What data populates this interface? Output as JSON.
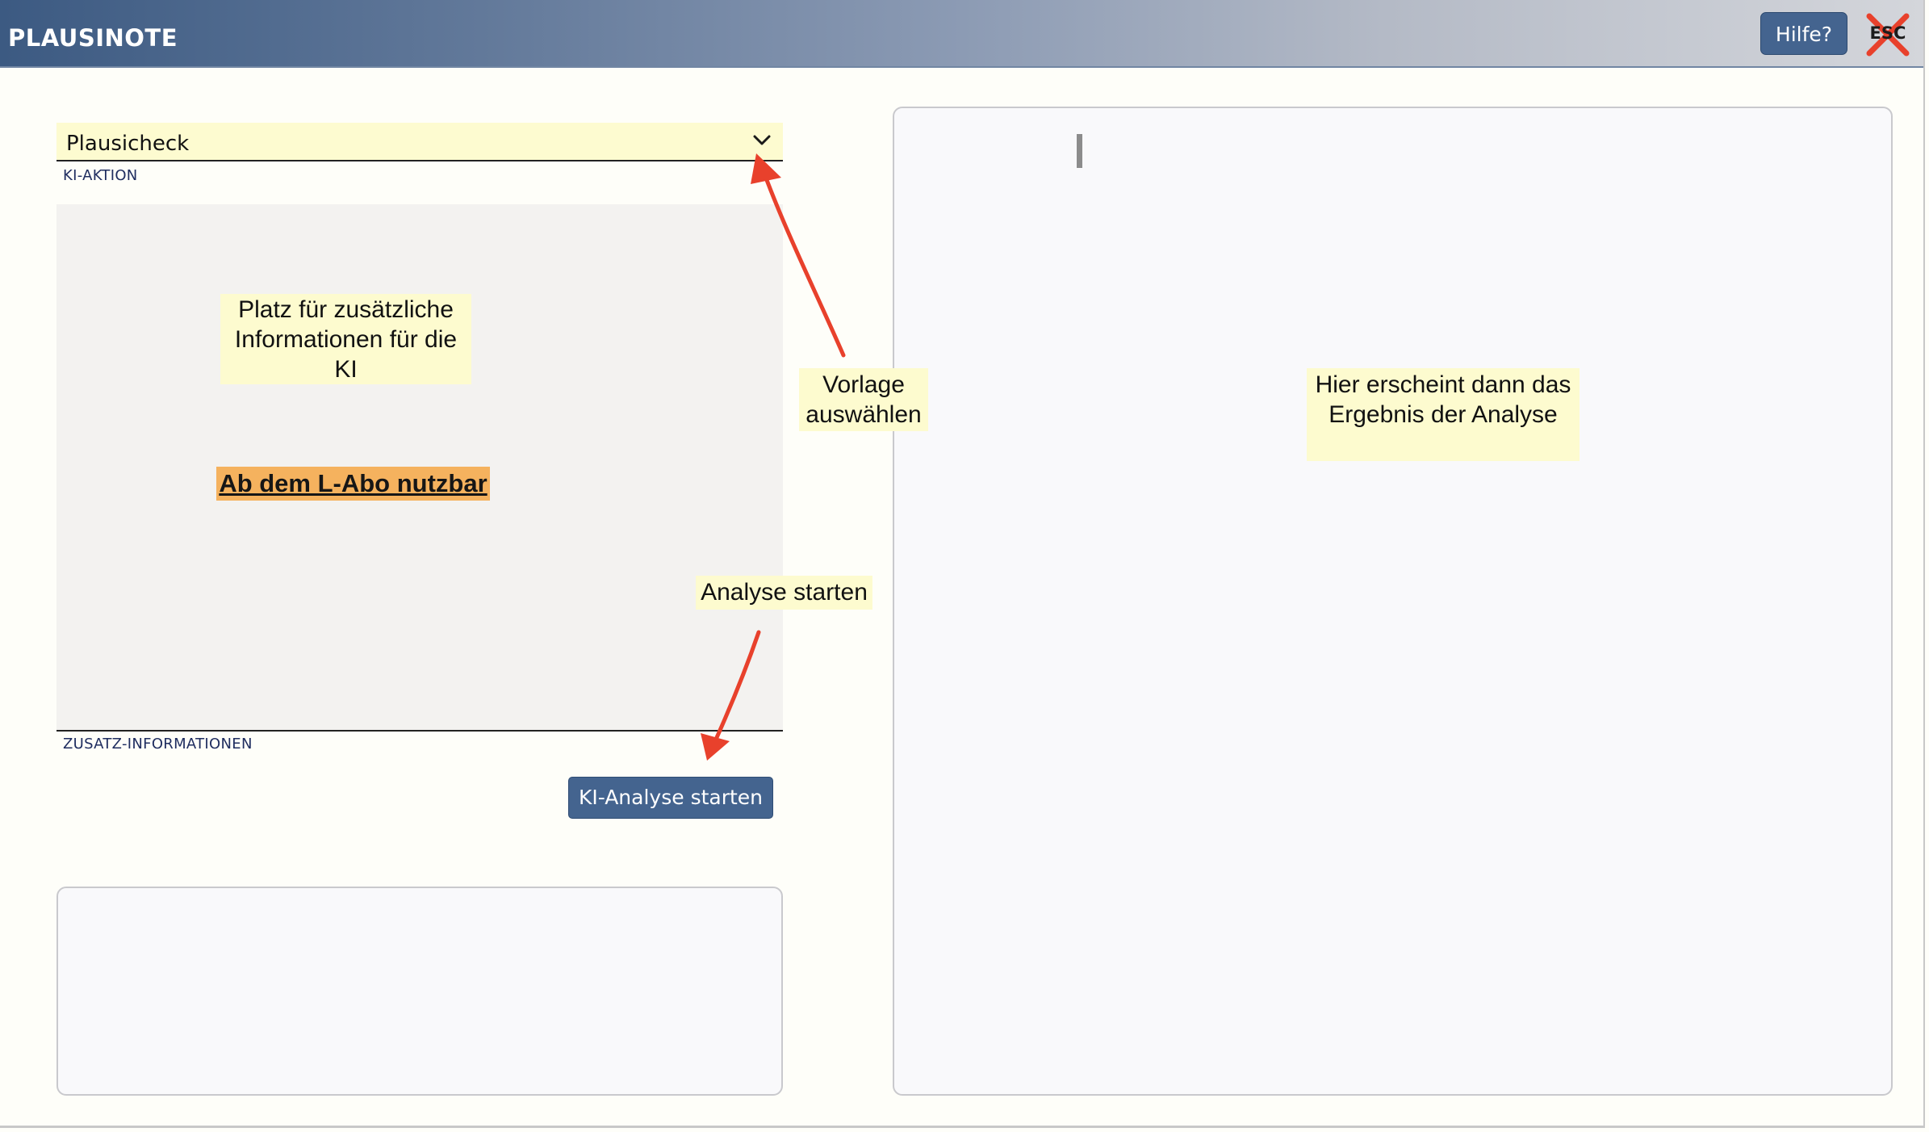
{
  "window": {
    "title": "PLAUSINOTE",
    "help_label": "Hilfe?",
    "close_label": "ESC"
  },
  "form": {
    "action_select": {
      "value": "Plausicheck",
      "label": "KI-AKTION"
    },
    "extra_info": {
      "label": "ZUSATZ-INFORMATIONEN",
      "value": ""
    },
    "start_button_label": "KI-Analyse starten"
  },
  "annotations": {
    "extra_info_note": "Platz für zusätzliche Informationen für die KI",
    "subscription_badge": "Ab dem L-Abo nutzbar",
    "select_template_note": "Vorlage auswählen",
    "start_analysis_note": "Analyse starten",
    "result_note": "Hier erscheint  dann das Ergebnis der Analyse"
  },
  "colors": {
    "titlebar_start": "#3c5a82",
    "button": "#44648f",
    "select_background": "#fdfbd0",
    "badge": "#f5b25e",
    "arrow": "#e8412c"
  },
  "icons": {
    "select": "chevron-down-icon",
    "close": "close-x-icon"
  }
}
